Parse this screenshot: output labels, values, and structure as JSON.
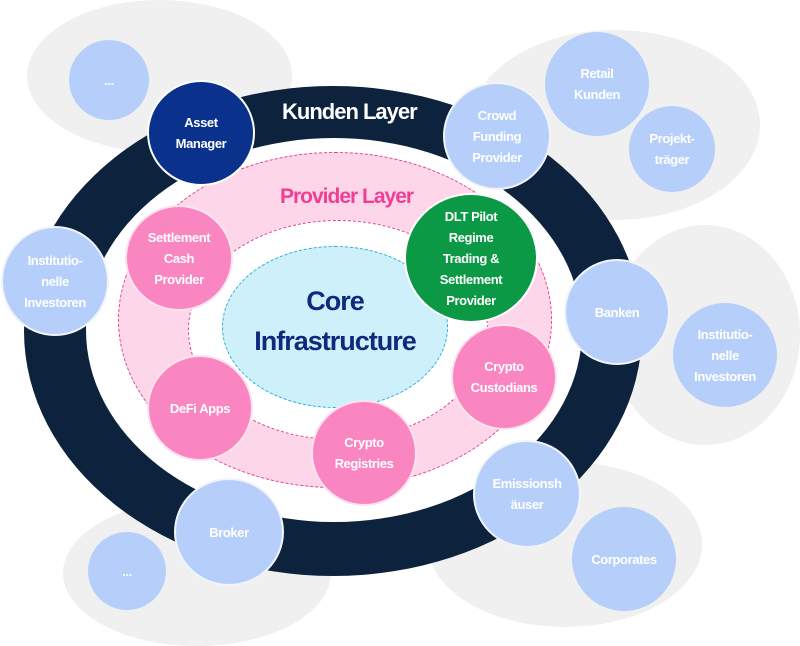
{
  "diagram": {
    "kunden_layer": {
      "title": "Kunden Layer",
      "color": "#0c223d"
    },
    "provider_layer": {
      "title": "Provider Layer",
      "color": "#ef3f94",
      "fill": "#fdd6ea"
    },
    "core": {
      "title_line1": "Core",
      "title_line2": "Infrastructure",
      "text_color": "#0d2a7d",
      "fill": "#cdf0fb",
      "border": "#2aaed6"
    },
    "provider_nodes": [
      {
        "label": "Settlement\nCash\nProvider"
      },
      {
        "label": "DLT Pilot\nRegime\nTrading &\nSettlement\nProvider"
      },
      {
        "label": "Crypto\nCustodians"
      },
      {
        "label": "Crypto\nRegistries"
      },
      {
        "label": "DeFi Apps"
      }
    ],
    "kunden_nodes": [
      {
        "label": "Asset\nManager"
      },
      {
        "label": "Crowd\nFunding\nProvider"
      },
      {
        "label": "Banken"
      },
      {
        "label": "Emissionsh\näuser"
      },
      {
        "label": "Broker"
      },
      {
        "label": "Institutio-\nnelle\nInvestoren"
      }
    ],
    "external_nodes": [
      {
        "label": "..."
      },
      {
        "label": "Retail\nKunden"
      },
      {
        "label": "Projekt-\nträger"
      },
      {
        "label": "Institutio-\nnelle\nInvestoren"
      },
      {
        "label": "Corporates"
      },
      {
        "label": "..."
      }
    ]
  }
}
